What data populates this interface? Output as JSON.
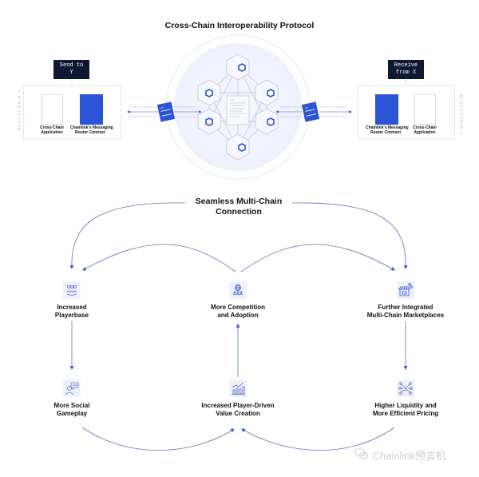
{
  "top": {
    "title": "Cross-Chain Interoperability Protocol",
    "left_chain": {
      "side_label": "BLOCKCHAIN X",
      "terminal_text_line1": "Send to",
      "terminal_text_line2": "Y",
      "app_label_line1": "Cross-Chain",
      "app_label_line2": "Application",
      "router_label_line1": "Chainlink's Messaging",
      "router_label_line2": "Router Contract"
    },
    "right_chain": {
      "side_label": "BLOCKCHAIN Y",
      "terminal_text_line1": "Receive",
      "terminal_text_line2": "from X",
      "app_label_line1": "Cross-Chain",
      "app_label_line2": "Application",
      "router_label_line1": "Chainlink's Messaging",
      "router_label_line2": "Router Contract"
    },
    "network_icon": "chainlink-hexagon-network"
  },
  "bottom": {
    "title_line1": "Seamless Multi-Chain",
    "title_line2": "Connection",
    "nodes": [
      {
        "id": "playerbase",
        "icon": "people-group-icon",
        "line1": "Increased",
        "line2": "Playerbase"
      },
      {
        "id": "competition",
        "icon": "globe-people-icon",
        "line1": "More Competition",
        "line2": "and Adoption"
      },
      {
        "id": "marketplaces",
        "icon": "storefront-icon",
        "line1": "Further Integrated",
        "line2": "Multi-Chain Marketplaces"
      },
      {
        "id": "social",
        "icon": "chat-person-icon",
        "line1": "More Social",
        "line2": "Gameplay"
      },
      {
        "id": "value",
        "icon": "growth-chart-icon",
        "line1": "Increased Player-Driven",
        "line2": "Value Creation"
      },
      {
        "id": "liquidity",
        "icon": "network-nodes-icon",
        "line1": "Higher Liquidity and",
        "line2": "More Efficient Pricing"
      }
    ]
  },
  "colors": {
    "accent": "#2c54d6",
    "line": "#5a72c4",
    "dark_terminal": "#0f1733",
    "light_bg": "#eef1fb"
  },
  "watermark": "Chainlink预言机"
}
